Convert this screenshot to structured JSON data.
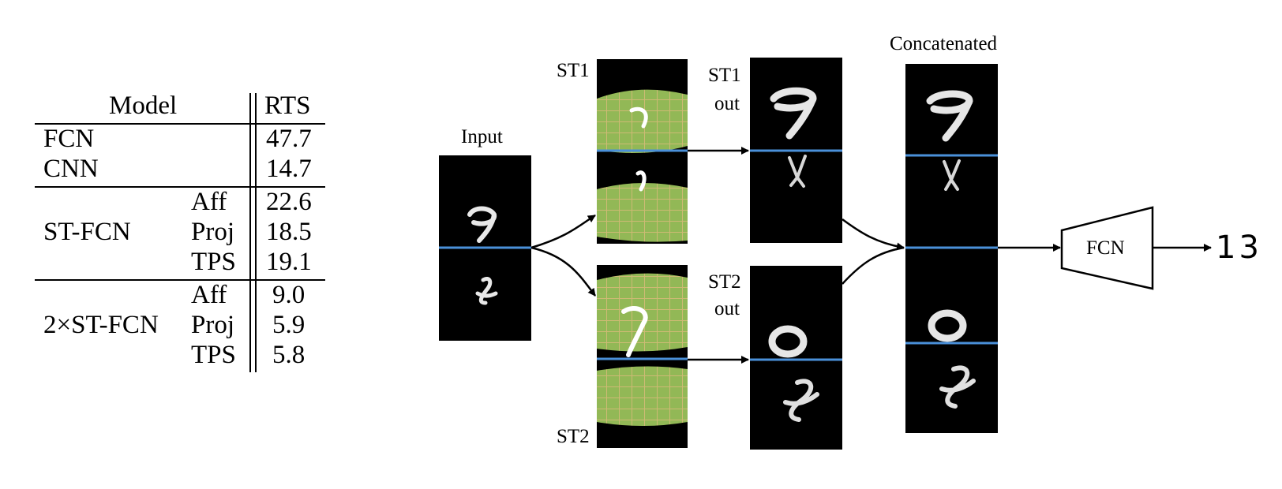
{
  "table": {
    "header": {
      "model": "Model",
      "rts": "RTS"
    },
    "rows": [
      {
        "model": "FCN",
        "variant": "",
        "rts": "47.7"
      },
      {
        "model": "CNN",
        "variant": "",
        "rts": "14.7"
      },
      {
        "model": "ST-FCN",
        "variant": "Aff",
        "rts": "22.6"
      },
      {
        "model": "",
        "variant": "Proj",
        "rts": "18.5"
      },
      {
        "model": "",
        "variant": "TPS",
        "rts": "19.1"
      },
      {
        "model": "2×ST-FCN",
        "variant": "Aff",
        "rts": "9.0"
      },
      {
        "model": "",
        "variant": "Proj",
        "rts": "5.9"
      },
      {
        "model": "",
        "variant": "TPS",
        "rts": "5.8"
      }
    ]
  },
  "figure": {
    "input_label": "Input",
    "st1_label": "ST1",
    "st2_label": "ST2",
    "st1_out_label": [
      "ST1",
      "out"
    ],
    "st2_out_label": [
      "ST2",
      "out"
    ],
    "concat_label": "Concatenated",
    "fcn_label": "FCN",
    "output_value": "13",
    "colors": {
      "divider": "#4a90d9",
      "grid": "#a8d060",
      "panel": "#000000"
    }
  }
}
